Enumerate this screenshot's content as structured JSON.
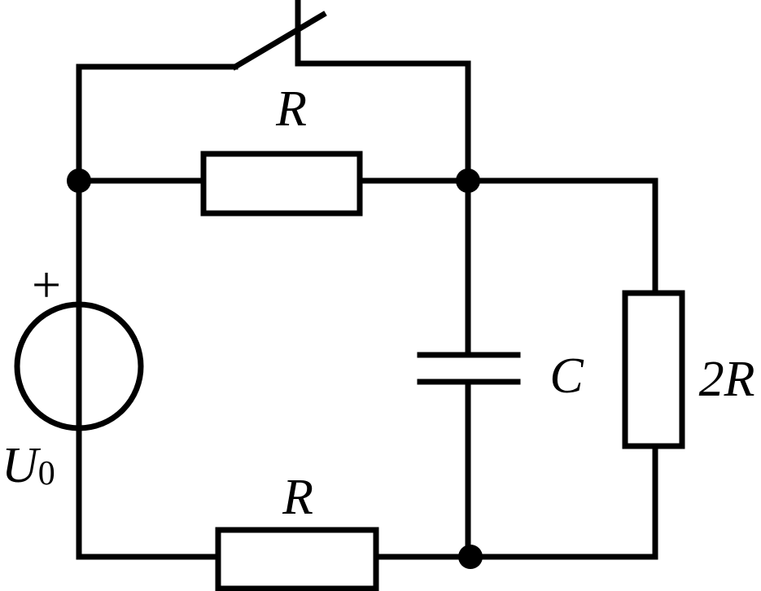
{
  "labels": {
    "r_top": "R",
    "r_bottom": "R",
    "capacitor": "C",
    "r_right": "2R",
    "source_plus": "+",
    "source_symbol": "U",
    "source_subscript": "0"
  }
}
